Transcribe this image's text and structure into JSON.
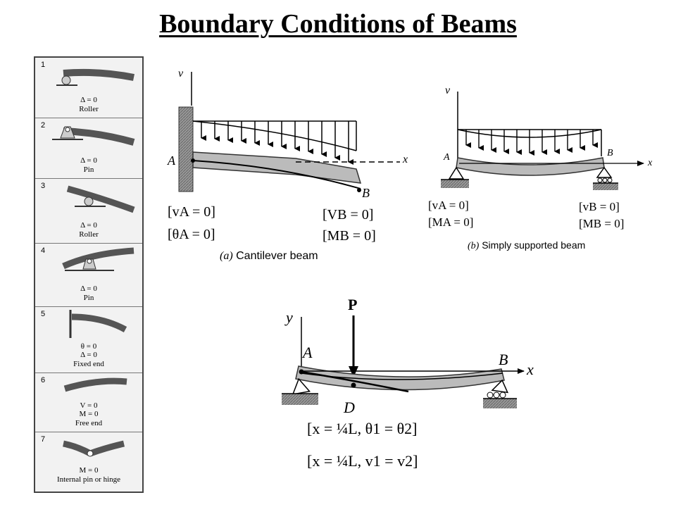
{
  "title": "Boundary Conditions of Beams",
  "table": [
    {
      "num": "1",
      "lines": [
        "Δ = 0",
        "Roller"
      ]
    },
    {
      "num": "2",
      "lines": [
        "Δ = 0",
        "Pin"
      ]
    },
    {
      "num": "3",
      "lines": [
        "Δ = 0",
        "Roller"
      ]
    },
    {
      "num": "4",
      "lines": [
        "Δ = 0",
        "Pin"
      ]
    },
    {
      "num": "5",
      "lines": [
        "θ = 0",
        "Δ = 0",
        "Fixed end"
      ]
    },
    {
      "num": "6",
      "lines": [
        "V = 0",
        "M = 0",
        "Free end"
      ]
    },
    {
      "num": "7",
      "lines": [
        "M = 0",
        "Internal pin or hinge"
      ]
    }
  ],
  "cantilever": {
    "axis_v": "v",
    "axis_x": "x",
    "point_a": "A",
    "point_b": "B",
    "caption_letter": "(a)",
    "caption_text": "Cantilever beam",
    "eq_left_1": "[vA = 0]",
    "eq_left_2": "[θA = 0]",
    "eq_right_1": "[VB = 0]",
    "eq_right_2": "[MB = 0]"
  },
  "simply": {
    "axis_v": "v",
    "axis_x": "x",
    "point_a": "A",
    "point_b": "B",
    "caption_letter": "(b)",
    "caption_text": "Simply supported beam",
    "eq_left_1": "[vA = 0]",
    "eq_left_2": "[MA = 0]",
    "eq_right_1": "[vB = 0]",
    "eq_right_2": "[MB = 0]"
  },
  "point_load": {
    "axis_y": "y",
    "axis_x": "x",
    "load": "P",
    "point_a": "A",
    "point_b": "B",
    "point_d": "D",
    "eq_1": "[x = ¼L, θ1 = θ2]",
    "eq_2": "[x = ¼L, v1 = v2]"
  }
}
